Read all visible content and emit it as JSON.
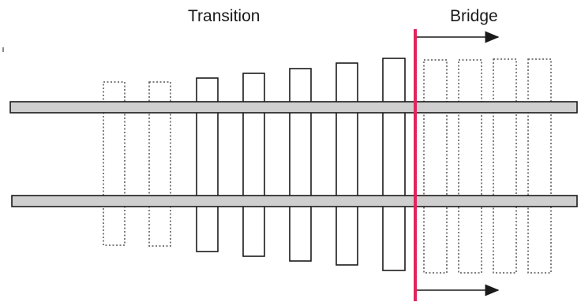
{
  "labels": {
    "transition": "Transition",
    "bridge": "Bridge"
  },
  "colors": {
    "rail_fill": "#cfcfcf",
    "rail_stroke": "#1a1a1a",
    "sleeper_stroke": "#1a1a1a",
    "dotted_stroke": "#555555",
    "boundary": "#e0245e",
    "arrow": "#1a1a1a"
  },
  "sleepers": {
    "transition_dotted_count": 2,
    "transition_solid_count": 5,
    "bridge_dotted_count": 4
  }
}
